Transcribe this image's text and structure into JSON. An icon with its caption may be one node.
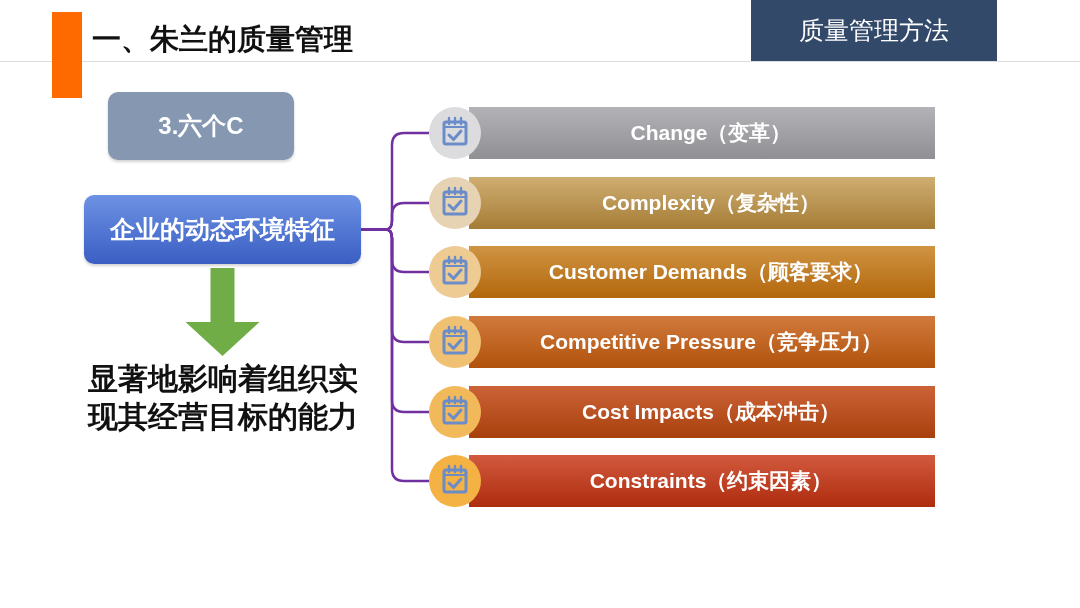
{
  "diagram": {
    "title": "一、朱兰的质量管理",
    "nodes": [
      {
        "text": [
          "3.六个C"
        ]
      },
      {
        "text": [
          "企业的动态环境特征"
        ]
      },
      {
        "text": [
          "显著地影响着组织实现其经营目标的能力"
        ]
      },
      {
        "text": [
          "Change（变革）"
        ]
      },
      {
        "text": [
          "Complexity（复杂性）"
        ]
      },
      {
        "text": [
          "Customer Demands（顾客要求）"
        ]
      },
      {
        "text": [
          "Competitive Pressure（竞争压力）"
        ]
      },
      {
        "text": [
          "Cost Impacts（成本冲击）"
        ]
      },
      {
        "text": [
          "Constraints（约束因素）"
        ]
      }
    ],
    "edges": [
      {
        "from": 1,
        "to": 2,
        "arrow": "to",
        "style": "thick",
        "color": "#70ad47"
      },
      {
        "from": 1,
        "to": 3,
        "arrow": "none"
      },
      {
        "from": 1,
        "to": 4,
        "arrow": "none"
      },
      {
        "from": 1,
        "to": 5,
        "arrow": "none"
      },
      {
        "from": 1,
        "to": 6,
        "arrow": "none"
      },
      {
        "from": 1,
        "to": 7,
        "arrow": "none"
      },
      {
        "from": 1,
        "to": 8,
        "arrow": "none"
      }
    ],
    "labels": [
      "质量管理方法"
    ]
  }
}
